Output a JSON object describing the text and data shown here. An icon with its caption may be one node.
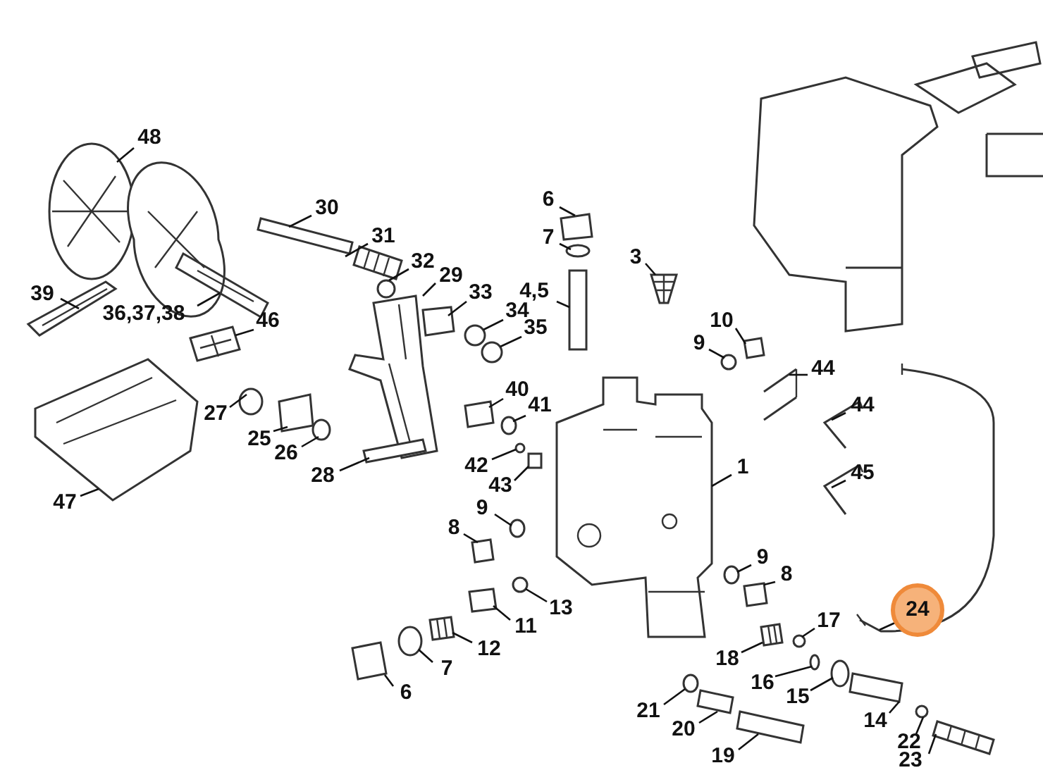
{
  "diagram": {
    "nodes": [
      {
        "text": [
          "48"
        ]
      },
      {
        "text": [
          "30"
        ]
      },
      {
        "text": [
          "31"
        ]
      },
      {
        "text": [
          "32"
        ]
      },
      {
        "text": [
          "29"
        ]
      },
      {
        "text": [
          "33"
        ]
      },
      {
        "text": [
          "34"
        ]
      },
      {
        "text": [
          "35"
        ]
      },
      {
        "text": [
          "36,37,38"
        ]
      },
      {
        "text": [
          "39"
        ]
      },
      {
        "text": [
          "46"
        ]
      },
      {
        "text": [
          "27"
        ]
      },
      {
        "text": [
          "25"
        ]
      },
      {
        "text": [
          "26"
        ]
      },
      {
        "text": [
          "28"
        ]
      },
      {
        "text": [
          "47"
        ]
      },
      {
        "text": [
          "6"
        ]
      },
      {
        "text": [
          "7"
        ]
      },
      {
        "text": [
          "3"
        ]
      },
      {
        "text": [
          "4,5"
        ]
      },
      {
        "text": [
          "10"
        ]
      },
      {
        "text": [
          "9"
        ]
      },
      {
        "text": [
          "44"
        ]
      },
      {
        "text": [
          "44"
        ]
      },
      {
        "text": [
          "45"
        ]
      },
      {
        "text": [
          "40"
        ]
      },
      {
        "text": [
          "41"
        ]
      },
      {
        "text": [
          "42"
        ]
      },
      {
        "text": [
          "43"
        ]
      },
      {
        "text": [
          "1"
        ]
      },
      {
        "text": [
          "9"
        ]
      },
      {
        "text": [
          "8"
        ]
      },
      {
        "text": [
          "13"
        ]
      },
      {
        "text": [
          "11"
        ]
      },
      {
        "text": [
          "12"
        ]
      },
      {
        "text": [
          "7"
        ]
      },
      {
        "text": [
          "6"
        ]
      },
      {
        "text": [
          "9"
        ]
      },
      {
        "text": [
          "8"
        ]
      },
      {
        "text": [
          "17"
        ]
      },
      {
        "text": [
          "18"
        ]
      },
      {
        "text": [
          "16"
        ]
      },
      {
        "text": [
          "15"
        ]
      },
      {
        "text": [
          "24"
        ]
      },
      {
        "text": [
          "14"
        ]
      },
      {
        "text": [
          "21"
        ]
      },
      {
        "text": [
          "20"
        ]
      },
      {
        "text": [
          "19"
        ]
      },
      {
        "text": [
          "22"
        ]
      },
      {
        "text": [
          "23"
        ]
      },
      {
        "text": [],
        "shape": "picture"
      },
      {
        "text": [],
        "shape": "box"
      },
      {
        "text": [],
        "shape": "picture"
      },
      {
        "text": [],
        "shape": "circle"
      },
      {
        "text": [],
        "shape": "picture"
      },
      {
        "text": [],
        "shape": "box"
      },
      {
        "text": [],
        "shape": "circle"
      },
      {
        "text": [],
        "shape": "circle"
      },
      {
        "text": [],
        "shape": "picture"
      },
      {
        "text": [],
        "shape": "picture"
      },
      {
        "text": [],
        "shape": "picture"
      },
      {
        "text": [],
        "shape": "circle"
      },
      {
        "text": [],
        "shape": "box"
      },
      {
        "text": [],
        "shape": "circle"
      },
      {
        "text": [],
        "shape": "box"
      },
      {
        "text": [],
        "shape": "picture"
      },
      {
        "text": [],
        "shape": "box"
      },
      {
        "text": [],
        "shape": "circle"
      },
      {
        "text": [],
        "shape": "picture"
      },
      {
        "text": [],
        "shape": "box"
      },
      {
        "text": [],
        "shape": "box"
      },
      {
        "text": [],
        "shape": "circle"
      },
      {
        "text": [],
        "shape": "picture"
      },
      {
        "text": [],
        "shape": "picture"
      },
      {
        "text": [],
        "shape": "picture"
      },
      {
        "text": [],
        "shape": "box"
      },
      {
        "text": [],
        "shape": "circle"
      },
      {
        "text": [],
        "shape": "circle"
      },
      {
        "text": [],
        "shape": "box"
      },
      {
        "text": [],
        "shape": "picture"
      },
      {
        "text": [],
        "shape": "circle"
      },
      {
        "text": [],
        "shape": "box"
      },
      {
        "text": [],
        "shape": "circle"
      },
      {
        "text": [],
        "shape": "box"
      },
      {
        "text": [],
        "shape": "picture"
      },
      {
        "text": [],
        "shape": "circle"
      },
      {
        "text": [],
        "shape": "box"
      },
      {
        "text": [],
        "shape": "circle"
      },
      {
        "text": [],
        "shape": "box"
      },
      {
        "text": [],
        "shape": "circle"
      },
      {
        "text": [],
        "shape": "picture"
      },
      {
        "text": [],
        "shape": "circle"
      },
      {
        "text": [],
        "shape": "circle"
      },
      {
        "text": [],
        "shape": "picture"
      },
      {
        "text": [],
        "shape": "box"
      },
      {
        "text": [],
        "shape": "circle"
      },
      {
        "text": [],
        "shape": "box"
      },
      {
        "text": [],
        "shape": "box"
      },
      {
        "text": [],
        "shape": "circle"
      },
      {
        "text": [],
        "shape": "picture"
      }
    ],
    "edges": [
      {
        "from": 0,
        "to": 50,
        "arrow": "none"
      },
      {
        "from": 1,
        "to": 51,
        "arrow": "none"
      },
      {
        "from": 2,
        "to": 52,
        "arrow": "none"
      },
      {
        "from": 3,
        "to": 53,
        "arrow": "none"
      },
      {
        "from": 4,
        "to": 54,
        "arrow": "none"
      },
      {
        "from": 5,
        "to": 55,
        "arrow": "none"
      },
      {
        "from": 6,
        "to": 56,
        "arrow": "none"
      },
      {
        "from": 7,
        "to": 57,
        "arrow": "none"
      },
      {
        "from": 8,
        "to": 58,
        "arrow": "none"
      },
      {
        "from": 9,
        "to": 59,
        "arrow": "none"
      },
      {
        "from": 10,
        "to": 60,
        "arrow": "none"
      },
      {
        "from": 11,
        "to": 61,
        "arrow": "none"
      },
      {
        "from": 12,
        "to": 62,
        "arrow": "none"
      },
      {
        "from": 13,
        "to": 63,
        "arrow": "none"
      },
      {
        "from": 14,
        "to": 64,
        "arrow": "none"
      },
      {
        "from": 15,
        "to": 65,
        "arrow": "none"
      },
      {
        "from": 16,
        "to": 66,
        "arrow": "none"
      },
      {
        "from": 17,
        "to": 67,
        "arrow": "none"
      },
      {
        "from": 18,
        "to": 68,
        "arrow": "none"
      },
      {
        "from": 19,
        "to": 69,
        "arrow": "none"
      },
      {
        "from": 20,
        "to": 70,
        "arrow": "none"
      },
      {
        "from": 21,
        "to": 71,
        "arrow": "none"
      },
      {
        "from": 22,
        "to": 72,
        "arrow": "none"
      },
      {
        "from": 23,
        "to": 73,
        "arrow": "none"
      },
      {
        "from": 24,
        "to": 74,
        "arrow": "none"
      },
      {
        "from": 25,
        "to": 75,
        "arrow": "none"
      },
      {
        "from": 26,
        "to": 76,
        "arrow": "none"
      },
      {
        "from": 27,
        "to": 77,
        "arrow": "none"
      },
      {
        "from": 28,
        "to": 78,
        "arrow": "none"
      },
      {
        "from": 29,
        "to": 79,
        "arrow": "none"
      },
      {
        "from": 30,
        "to": 80,
        "arrow": "none"
      },
      {
        "from": 31,
        "to": 81,
        "arrow": "none"
      },
      {
        "from": 32,
        "to": 82,
        "arrow": "none"
      },
      {
        "from": 33,
        "to": 83,
        "arrow": "none"
      },
      {
        "from": 34,
        "to": 84,
        "arrow": "none"
      },
      {
        "from": 35,
        "to": 85,
        "arrow": "none"
      },
      {
        "from": 36,
        "to": 86,
        "arrow": "none"
      },
      {
        "from": 37,
        "to": 87,
        "arrow": "none"
      },
      {
        "from": 38,
        "to": 88,
        "arrow": "none"
      },
      {
        "from": 39,
        "to": 89,
        "arrow": "none"
      },
      {
        "from": 40,
        "to": 90,
        "arrow": "none"
      },
      {
        "from": 41,
        "to": 91,
        "arrow": "none"
      },
      {
        "from": 42,
        "to": 92,
        "arrow": "none"
      },
      {
        "from": 43,
        "to": 93,
        "arrow": "none"
      },
      {
        "from": 44,
        "to": 94,
        "arrow": "none"
      },
      {
        "from": 45,
        "to": 95,
        "arrow": "none"
      },
      {
        "from": 46,
        "to": 96,
        "arrow": "none"
      },
      {
        "from": 47,
        "to": 97,
        "arrow": "none"
      },
      {
        "from": 48,
        "to": 98,
        "arrow": "none"
      },
      {
        "from": 49,
        "to": 99,
        "arrow": "none"
      }
    ]
  }
}
